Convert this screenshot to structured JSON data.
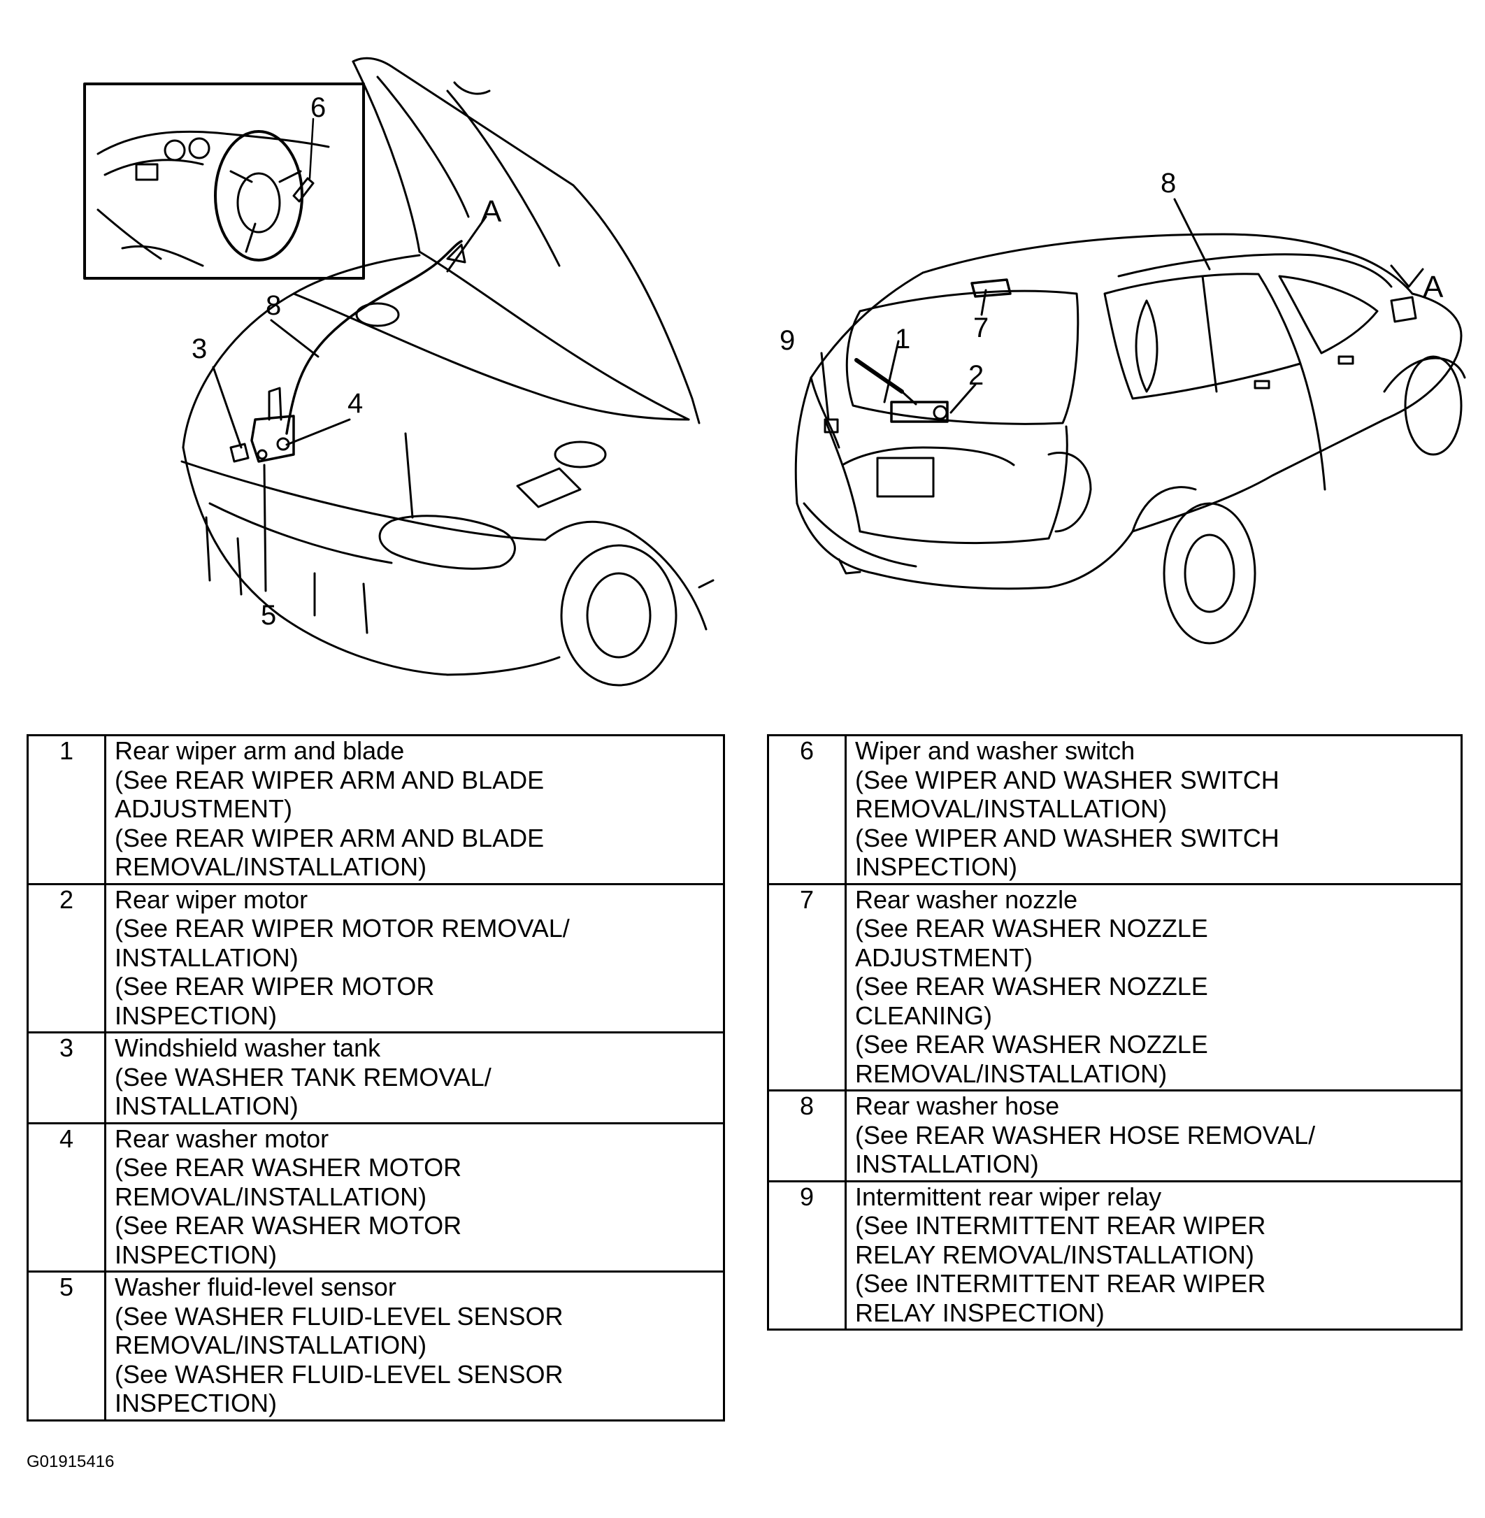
{
  "callouts": {
    "inset_6": "6",
    "front_8": "8",
    "front_A": "A",
    "front_3": "3",
    "front_4": "4",
    "front_5": "5",
    "rear_8": "8",
    "rear_7": "7",
    "rear_9": "9",
    "rear_1": "1",
    "rear_2": "2",
    "rear_A": "A"
  },
  "legend_left": [
    {
      "num": "1",
      "lines": [
        "Rear wiper arm and blade",
        "(See REAR WIPER ARM AND BLADE",
        "ADJUSTMENT)",
        "(See REAR WIPER ARM AND BLADE",
        "REMOVAL/INSTALLATION)"
      ]
    },
    {
      "num": "2",
      "lines": [
        "Rear wiper motor",
        "(See REAR WIPER MOTOR REMOVAL/",
        "INSTALLATION)",
        "(See REAR WIPER MOTOR",
        "INSPECTION)"
      ]
    },
    {
      "num": "3",
      "lines": [
        "Windshield washer tank",
        "(See WASHER TANK REMOVAL/",
        "INSTALLATION)"
      ]
    },
    {
      "num": "4",
      "lines": [
        "Rear washer motor",
        "(See REAR WASHER MOTOR",
        "REMOVAL/INSTALLATION)",
        "(See REAR WASHER MOTOR",
        "INSPECTION)"
      ]
    },
    {
      "num": "5",
      "lines": [
        "Washer fluid-level sensor",
        "(See WASHER FLUID-LEVEL SENSOR",
        "REMOVAL/INSTALLATION)",
        "(See WASHER FLUID-LEVEL SENSOR",
        "INSPECTION)"
      ]
    }
  ],
  "legend_right": [
    {
      "num": "6",
      "lines": [
        "Wiper and washer switch",
        "(See WIPER AND WASHER SWITCH",
        "REMOVAL/INSTALLATION)",
        "(See WIPER AND WASHER SWITCH",
        "INSPECTION)"
      ]
    },
    {
      "num": "7",
      "lines": [
        "Rear washer nozzle",
        "(See REAR WASHER NOZZLE",
        "ADJUSTMENT)",
        "(See REAR WASHER NOZZLE",
        "CLEANING)",
        "(See REAR WASHER NOZZLE",
        "REMOVAL/INSTALLATION)"
      ]
    },
    {
      "num": "8",
      "lines": [
        "Rear washer hose",
        "(See REAR WASHER HOSE REMOVAL/",
        "INSTALLATION)"
      ]
    },
    {
      "num": "9",
      "lines": [
        "Intermittent rear wiper relay",
        "(See INTERMITTENT REAR WIPER",
        "RELAY REMOVAL/INSTALLATION)",
        "(See INTERMITTENT REAR WIPER",
        "RELAY INSPECTION)"
      ]
    }
  ],
  "figure_id": "G01915416"
}
